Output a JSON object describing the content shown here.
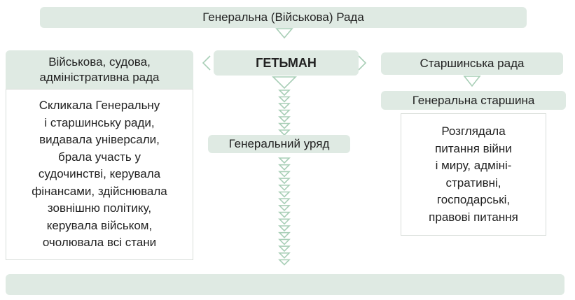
{
  "top": "Генеральна (Військова) Рада",
  "left": {
    "title": "Військова, судова, адміністративна рада",
    "lines": [
      "Скликала Генеральну",
      "і старшинську ради,",
      "видавала універсали,",
      "брала участь у",
      "судочинстві, керувала",
      "фінансами, здійснювала",
      "зовнішню політику,",
      "керувала військом,",
      "очолювала всі стани"
    ]
  },
  "center": {
    "title": "ГЕТЬМАН",
    "sub": "Генеральний уряд"
  },
  "right": {
    "title": "Старшинська рада",
    "sub": "Генеральна старшина",
    "lines": [
      "Розглядала",
      "питання війни",
      "і миру, адміні-",
      "стративні,",
      "господарські,",
      "правові питання"
    ]
  },
  "bottom": "",
  "colors": {
    "fill": "#dfeae3",
    "arrow": "#a9cfb7"
  }
}
